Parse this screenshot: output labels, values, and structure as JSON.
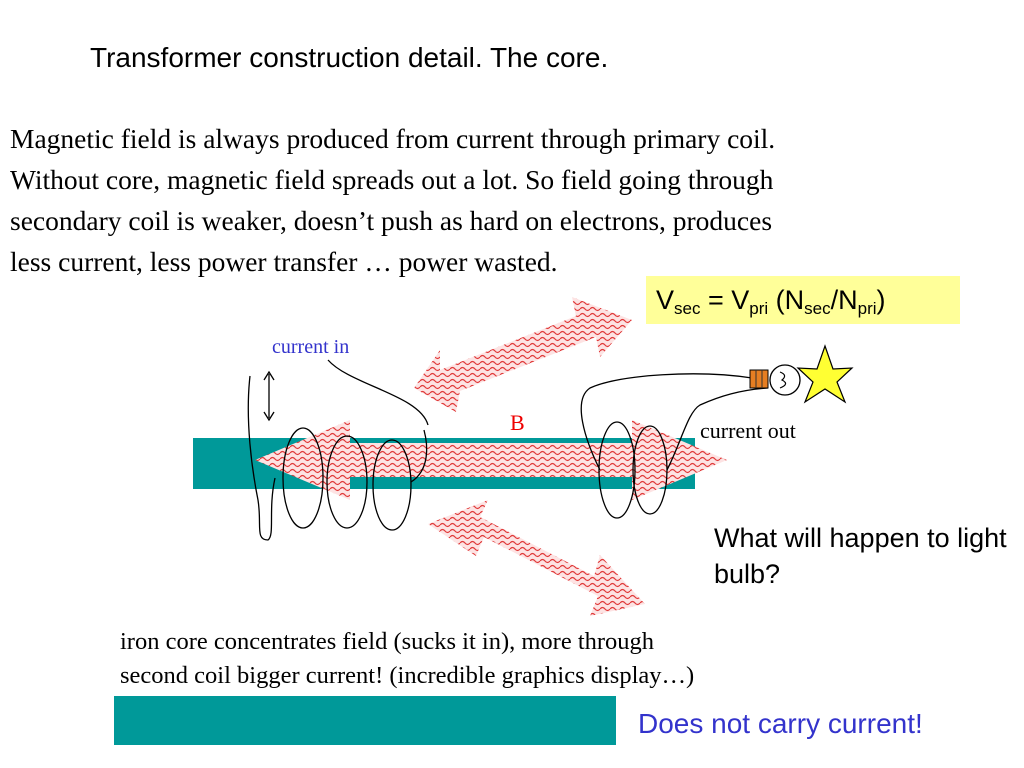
{
  "slide": {
    "title": "Transformer construction detail.  The core.",
    "intro_lines": [
      "Magnetic field is always produced from current through primary coil.",
      "Without core, magnetic field spreads out a lot. So field going through",
      "secondary coil is weaker, doesn’t push as hard on electrons, produces",
      "less current, less power transfer … power wasted."
    ],
    "formula": {
      "v": "V",
      "sec": "sec",
      "equals": " = V",
      "pri": "pri",
      "open": " (N",
      "slash": "/N",
      "close": ")"
    },
    "diagram": {
      "current_in_label": "current in",
      "b_label": "B",
      "current_out_label": "current out"
    },
    "question": "What will happen to light bulb?",
    "iron_note_lines": [
      "iron core concentrates field (sucks it in), more through",
      "second coil bigger current! (incredible graphics display…)"
    ],
    "bottom_note": "Does not carry current!"
  },
  "colors": {
    "core": "#009999",
    "field_arrow": "#e03a3a",
    "formula_bg": "#ffff99",
    "label_blue": "#3333cc",
    "label_red": "#ee0000",
    "star": "#ffff33"
  }
}
